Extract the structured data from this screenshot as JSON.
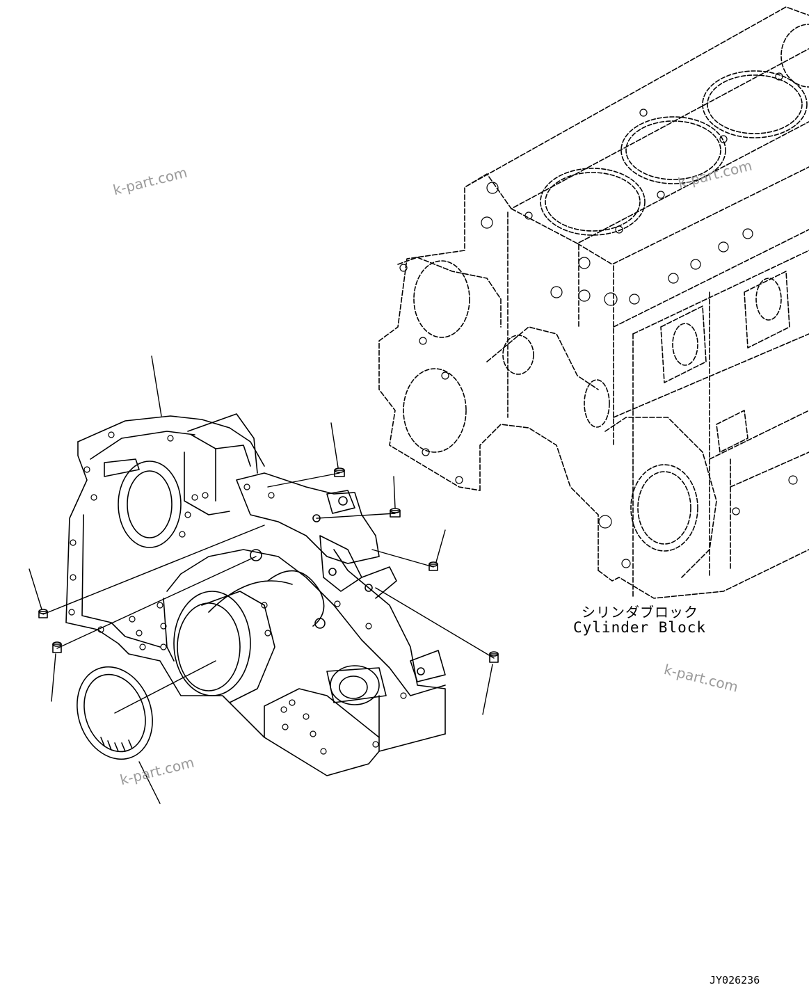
{
  "labels": {
    "cylinder_block_jp": "シリンダブロック",
    "cylinder_block_en": "Cylinder Block"
  },
  "watermarks": [
    "k-part.com",
    "k-part.com",
    "k-part.com",
    "k-part.com"
  ],
  "drawing_id": "JY026236"
}
